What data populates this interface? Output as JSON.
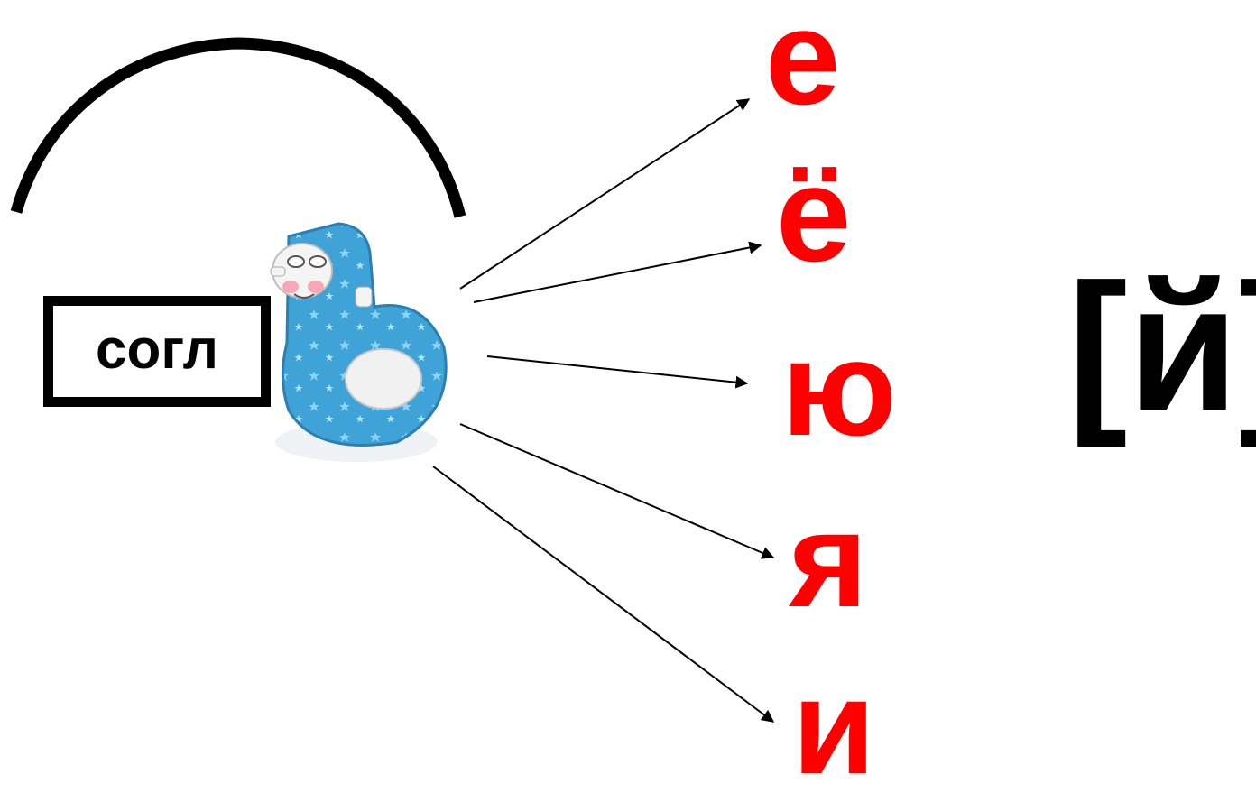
{
  "consonant_label": "согл",
  "soft_sign_icon": "soft-sign-character-icon",
  "vowels": [
    "е",
    "ё",
    "ю",
    "я",
    "и"
  ],
  "sound_label": "[й]",
  "colors": {
    "vowel": "#ff0000",
    "text": "#000000",
    "soft_sign_fill": "#3fa3d8",
    "background": "#ffffff"
  }
}
